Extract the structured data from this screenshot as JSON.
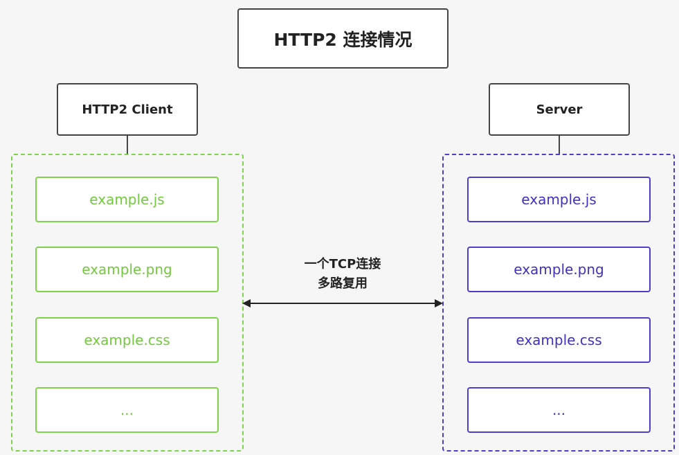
{
  "title": "HTTP2 连接情况",
  "client": {
    "label": "HTTP2 Client",
    "files": [
      "example.js",
      "example.png",
      "example.css",
      "..."
    ],
    "color": "#7ed34d"
  },
  "server": {
    "label": "Server",
    "files": [
      "example.js",
      "example.png",
      "example.css",
      "..."
    ],
    "color": "#4c3ccf"
  },
  "connection": {
    "line1": "一个TCP连接",
    "line2": "多路复用"
  }
}
